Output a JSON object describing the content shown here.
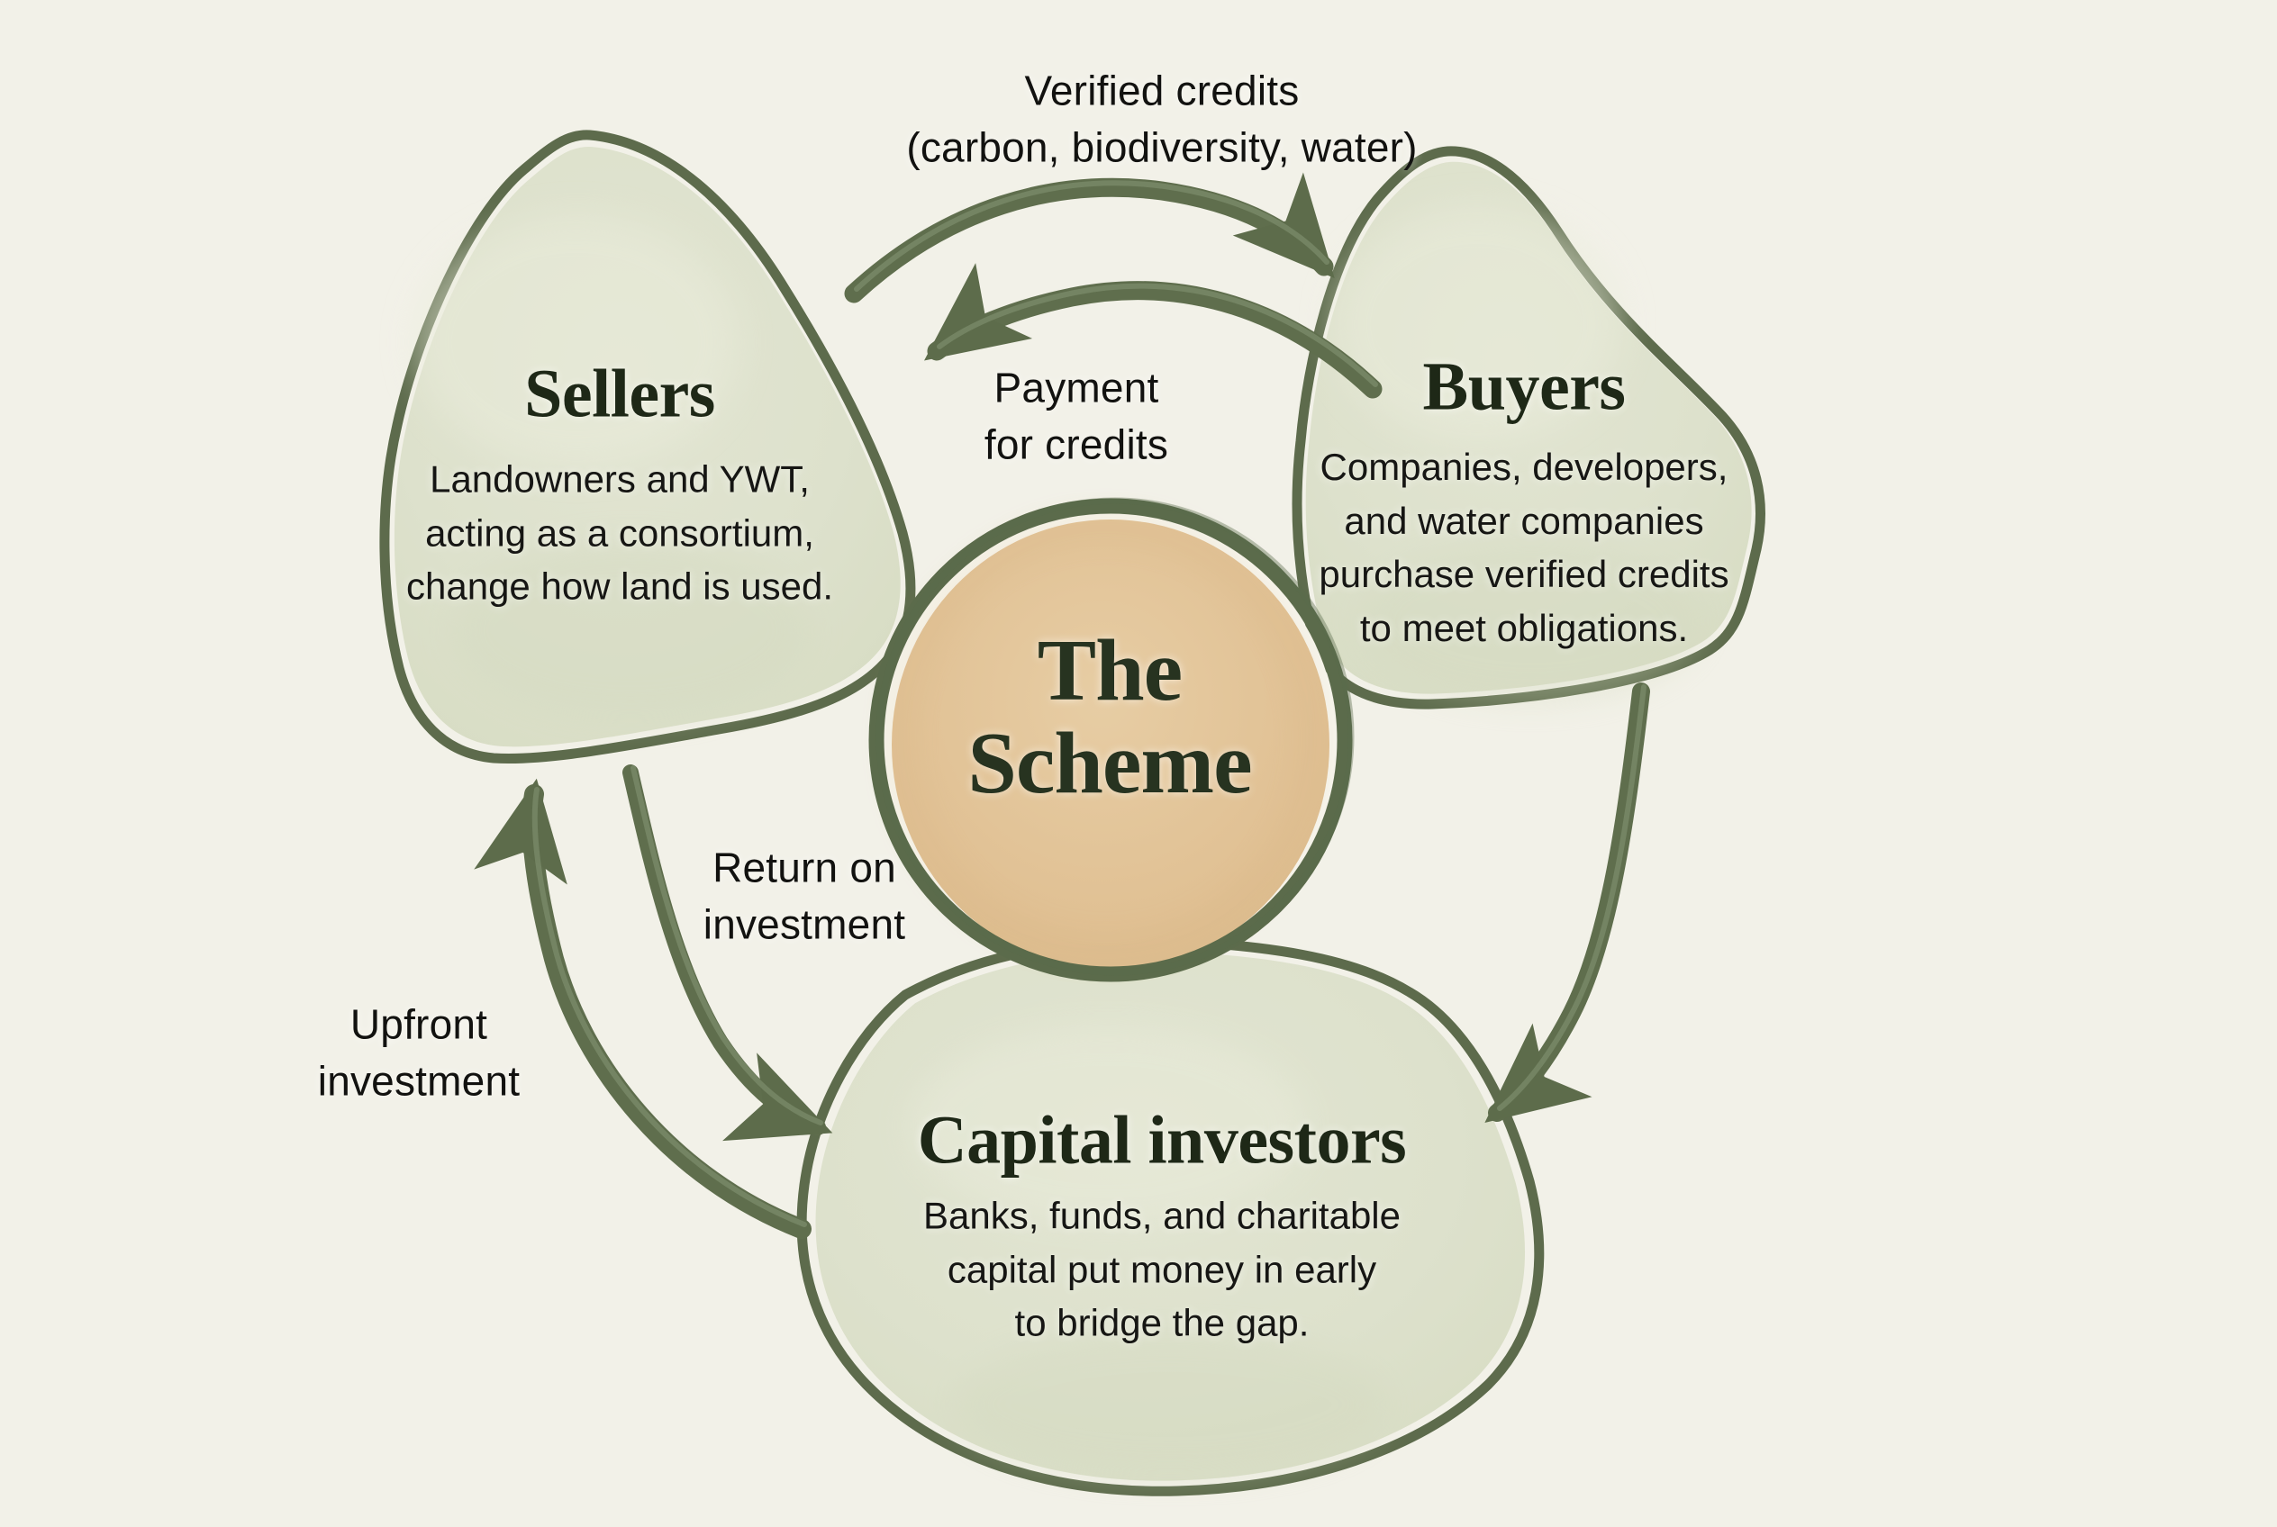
{
  "diagram": {
    "center": {
      "title": "The\nScheme"
    },
    "nodes": {
      "sellers": {
        "title": "Sellers",
        "description": "Landowners and YWT,\nacting as a consortium,\nchange how land is used."
      },
      "buyers": {
        "title": "Buyers",
        "description": "Companies, developers,\nand water companies\npurchase verified credits\nto meet obligations."
      },
      "capital_investors": {
        "title": "Capital investors",
        "description": "Banks, funds, and charitable\ncapital put money in early\nto bridge the gap."
      }
    },
    "flows": {
      "verified_credits": {
        "label": "Verified credits\n(carbon, biodiversity, water)",
        "from": "Sellers",
        "to": "Buyers"
      },
      "payment_for_credits": {
        "label": "Payment\nfor credits",
        "from": "Buyers",
        "to": "Sellers"
      },
      "upfront_investment": {
        "label": "Upfront\ninvestment",
        "from": "Capital investors",
        "to": "Sellers"
      },
      "return_on_investment": {
        "label": "Return on\ninvestment",
        "from": "Sellers",
        "to": "Capital investors"
      },
      "buyers_to_capital": {
        "label": "",
        "from": "Buyers",
        "to": "Capital investors"
      }
    },
    "colors": {
      "background": "#f2f1e8",
      "node_fill": "#dee2ce",
      "node_outline": "#5d6b4c",
      "arrow": "#5f6e4d",
      "center_fill": "#e2c296",
      "center_ring": "#5b6b4b",
      "body_ink": "#161614",
      "title_ink": "#1e2817"
    }
  }
}
